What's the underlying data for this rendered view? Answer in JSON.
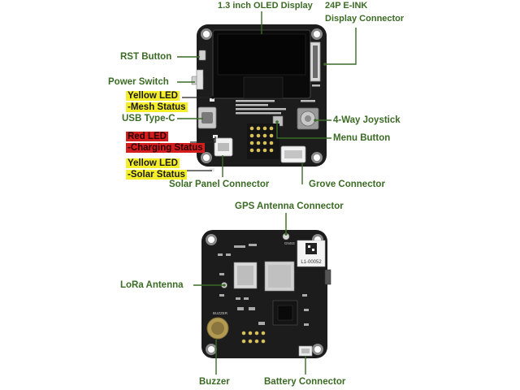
{
  "labels": {
    "oled": "1.3 inch OLED Display",
    "eink_1": "24P E-INK",
    "eink_2": "Display Connector",
    "rst": "RST Button",
    "power": "Power Switch",
    "yellow_led_mesh_1": "Yellow LED",
    "yellow_led_mesh_2": "-Mesh Status",
    "usb": "USB Type-C",
    "joystick": "4-Way Joystick",
    "menu": "Menu Button",
    "red_led_1": "Red LED",
    "red_led_2": "-Charging Status",
    "yellow_led_solar_1": "Yellow LED",
    "yellow_led_solar_2": "-Solar Status",
    "grove": "Grove Connector",
    "solar": "Solar Panel Connector",
    "gps": "GPS Antenna Connector",
    "lora": "LoRa Antenna",
    "buzzer": "Buzzer",
    "battery": "Battery Connector"
  },
  "board_text": {
    "sn": "L1-00052",
    "buzzer_silk": "BUZZER",
    "gnss_silk": "GNSS"
  },
  "colors": {
    "label_green": "#3b6b25",
    "pcb": "#1c1c1c",
    "highlight_yellow": "#f4ef2a",
    "highlight_red": "#d41e1e"
  }
}
